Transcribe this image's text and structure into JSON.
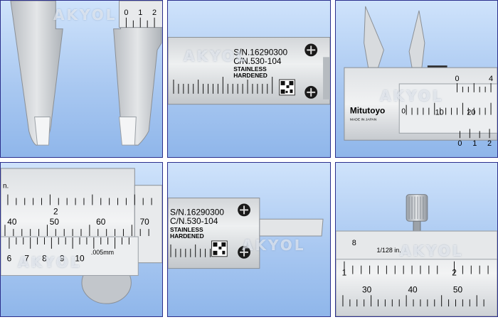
{
  "watermark": "AKYOL",
  "colors": {
    "background_sky": "#a9c8f1",
    "panel_border": "#2b2f8c",
    "steel_light": "#e6e8ea",
    "steel_mid": "#c8ccd0",
    "ink": "#111111"
  },
  "panel1": {
    "scale_digits": [
      "0",
      "1",
      "2"
    ]
  },
  "panel2": {
    "serial_number": "S/N.16290300",
    "code_number": "C/N.530-104",
    "material_line1": "STAINLESS",
    "material_line2": "HARDENED"
  },
  "panel3": {
    "brand": "Mitutoyo",
    "origin": "MADE IN JAPAN",
    "top_scale": [
      "0",
      "4"
    ],
    "mid_scale": [
      "0",
      "10",
      "20"
    ],
    "vernier_digits": [
      "0",
      "1",
      "2"
    ]
  },
  "panel4": {
    "unit_fragment": "n.",
    "inch_digit": "2",
    "main_scale": [
      "40",
      "50",
      "60",
      "70"
    ],
    "vernier_scale": [
      "6",
      "7",
      "8",
      "9",
      "10"
    ],
    "resolution": ".005mm"
  },
  "panel5": {
    "serial_number": "S/N.16290300",
    "code_number": "C/N.530-104",
    "material_line1": "STAINLESS",
    "material_line2": "HARDENED"
  },
  "panel6": {
    "inch_label": "1/128 in.",
    "top_digit": "8",
    "inch_scale": [
      "1",
      "2"
    ],
    "main_scale": [
      "30",
      "40",
      "50"
    ]
  }
}
